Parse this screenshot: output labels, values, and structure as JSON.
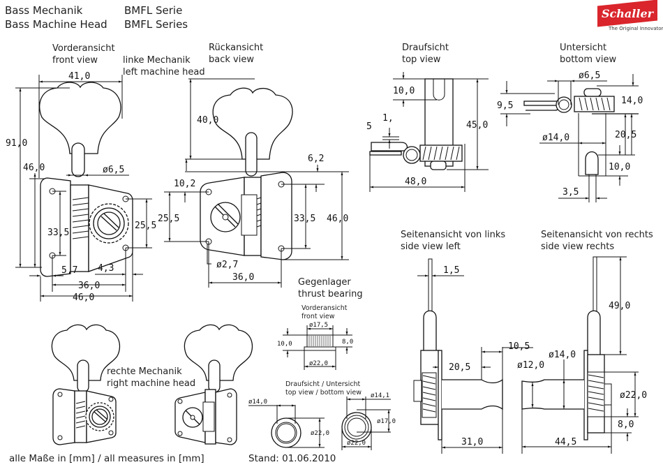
{
  "header": {
    "title_de": "Bass Mechanik",
    "title_en": "Bass Machine Head",
    "series_de": "BMFL Serie",
    "series_en": "BMFL Series"
  },
  "brand": {
    "name": "Schaller",
    "tagline": "The Original Innovators",
    "color": "#d9252b"
  },
  "views": {
    "front": {
      "de": "Vorderansicht",
      "en": "front view"
    },
    "left_head": {
      "de": "linke Mechanik",
      "en": "left machine head"
    },
    "back": {
      "de": "Rückansicht",
      "en": "back view"
    },
    "top": {
      "de": "Draufsicht",
      "en": "top view"
    },
    "bottom": {
      "de": "Untersicht",
      "en": "bottom view"
    },
    "thrust": {
      "de": "Gegenlager",
      "en": "thrust bearing"
    },
    "thrust_front": {
      "de": "Vorderansicht",
      "en": "front view"
    },
    "thrust_topbottom": {
      "de": "Draufsicht / Untersicht",
      "en": "top view / bottom view"
    },
    "side_left": {
      "de": "Seitenansicht von links",
      "en": "side view left"
    },
    "side_right": {
      "de": "Seitenansicht von rechts",
      "en": "side view rechts"
    },
    "right_head": {
      "de": "rechte Mechanik",
      "en": "right machine head"
    }
  },
  "dimensions": {
    "front": {
      "width_key": "41,0",
      "height_total": "91,0",
      "height_plate": "46,0",
      "shaft_dia": "ø6,5",
      "hole_spacing_left": "33,5",
      "hole_spacing_right": "25,5",
      "offset_left": "5,7",
      "offset_right": "4,3",
      "hole_pitch": "36,0",
      "plate_width": "46,0"
    },
    "back": {
      "key_height": "40,0",
      "gap": "6,2",
      "hole_offset": "10,2",
      "hole_spacing_left": "25,5",
      "hole_spacing_right": "33,5",
      "plate_height": "46,0",
      "hole_dia": "ø2,7",
      "hole_pitch": "36,0"
    },
    "top": {
      "slot_depth": "10,0",
      "plate_thickness_a": "1,",
      "plate_thickness_b": "5",
      "height": "45,0",
      "width": "48,0"
    },
    "bottom": {
      "shaft_dia": "ø6,5",
      "height_a": "9,5",
      "height_b": "14,0",
      "post_dia": "ø14,0",
      "offset": "20,5",
      "slot_depth": "10,0",
      "slot_width": "3,5"
    },
    "thrust_front": {
      "top_dia": "ø17,5",
      "height": "10,0",
      "knurl_height": "8,0",
      "base_dia": "ø22,0"
    },
    "thrust_topbottom": {
      "inner_dia_a": "ø14,0",
      "outer_dia_a": "ø22,0",
      "inner_dia_b": "ø14,1",
      "mid_dia_b": "ø17,0",
      "outer_dia_b": "ø22,0"
    },
    "side_left": {
      "key_thickness": "1,5",
      "post_offset": "20,5",
      "post_length": "31,0",
      "gap": "10,5"
    },
    "side_right": {
      "key_height": "49,0",
      "waist_dia": "ø12,0",
      "post_dia": "ø14,0",
      "gear_dia": "ø22,0",
      "base_height": "8,0",
      "total_length": "44,5"
    }
  },
  "footer": {
    "units": "alle Maße in [mm] / all measures in [mm]",
    "date": "Stand: 01.06.2010"
  }
}
